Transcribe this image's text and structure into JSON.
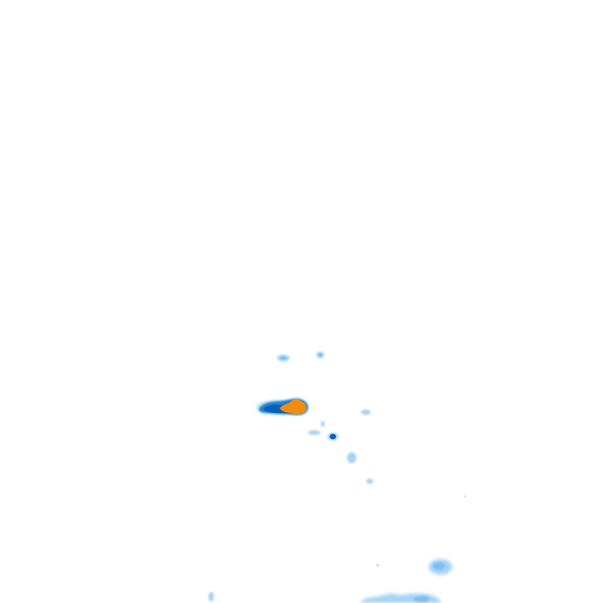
{
  "map": {
    "background_color": "#ffffff",
    "legend_colors": {
      "light_precip": "#a6d4f7",
      "light_precip_edge": "#7fbff0",
      "moderate_precip": "#1a7fd6",
      "heavy_precip": "#0a5fb8",
      "intense_precip": "#f28c0f"
    },
    "echo_levels": [
      "light_precip",
      "moderate_precip",
      "heavy_precip",
      "intense_precip"
    ]
  }
}
